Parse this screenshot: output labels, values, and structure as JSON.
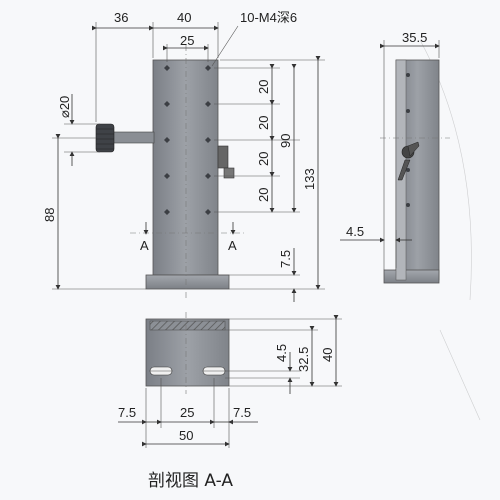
{
  "front_view": {
    "dim_36": "36",
    "dim_40": "40",
    "dim_25": "25",
    "note_holes": "10-M4深6",
    "dim_phi20": "⌀20",
    "dim_20_a": "20",
    "dim_20_b": "20",
    "dim_20_c": "20",
    "dim_20_d": "20",
    "dim_90": "90",
    "dim_133": "133",
    "dim_88": "88",
    "dim_7_5": "7.5",
    "section_left": "A",
    "section_right": "A"
  },
  "side_view": {
    "dim_35_5": "35.5",
    "dim_4_5": "4.5"
  },
  "section_view": {
    "dim_4_5": "4.5",
    "dim_32_5": "32.5",
    "dim_40": "40",
    "dim_7_5_left": "7.5",
    "dim_25": "25",
    "dim_7_5_right": "7.5",
    "dim_50": "50"
  },
  "caption": "剖视图 A-A"
}
